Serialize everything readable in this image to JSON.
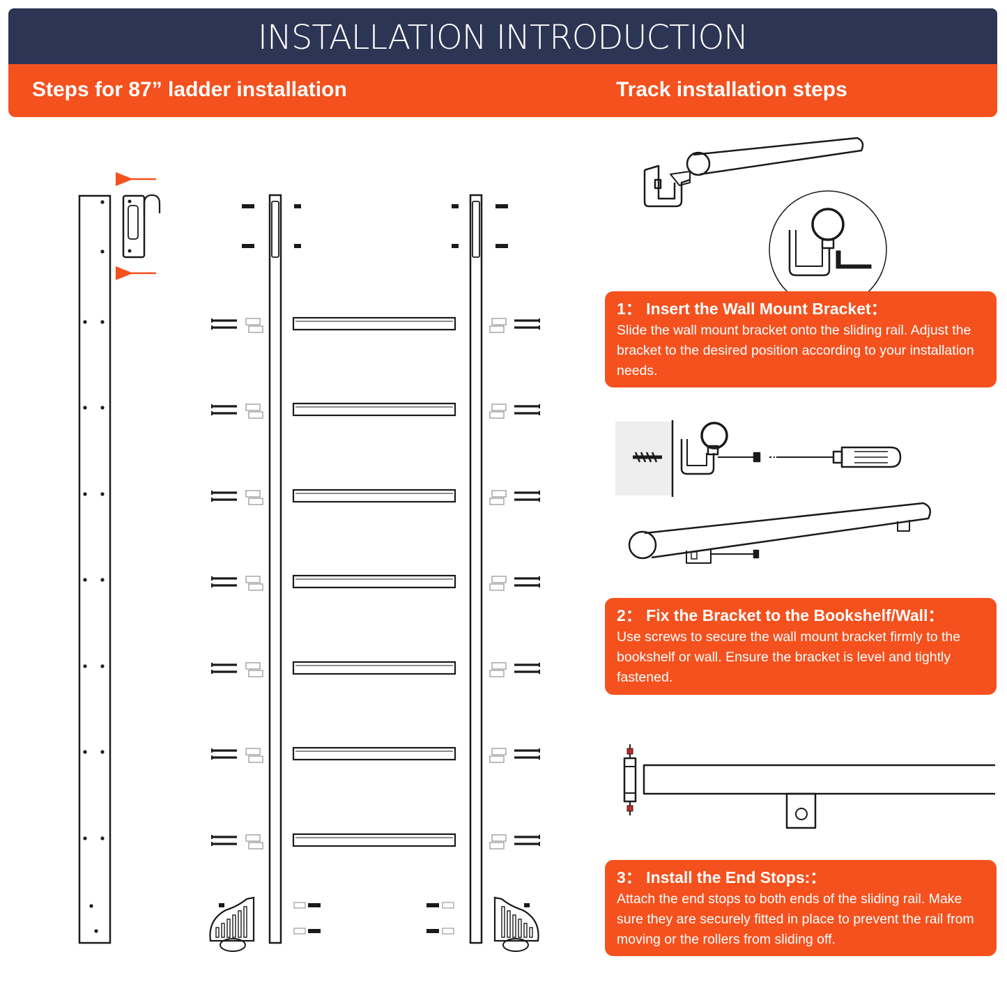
{
  "header": {
    "title": "INSTALLATION INTRODUCTION"
  },
  "sections": {
    "ladder_title": "Steps for 87” ladder installation",
    "track_title": "Track installation steps"
  },
  "steps": [
    {
      "title": "1： Insert the Wall Mount Bracket：",
      "body": "Slide the wall mount bracket onto the sliding rail. Adjust the bracket to the desired position according to your installation needs."
    },
    {
      "title": "2： Fix the Bracket to the Bookshelf/Wall：",
      "body": "Use screws to secure the wall mount bracket firmly to the bookshelf or wall. Ensure the bracket is level and tightly fastened."
    },
    {
      "title": "3： Install the End Stops:：",
      "body": "Attach the end stops to both ends of the sliding rail. Make sure they are securely fitted in place to prevent the rail from moving or the rollers from sliding off."
    }
  ],
  "colors": {
    "header_navy": "#2d3554",
    "accent_orange": "#f4511e",
    "line": "#1a1a1a"
  },
  "icons": [
    "arrow-left-icon",
    "hook-icon",
    "screw-icon",
    "dowel-icon",
    "roller-wheel-icon",
    "bracket-icon",
    "screwdriver-icon",
    "wall-anchor-icon",
    "end-stop-icon"
  ]
}
